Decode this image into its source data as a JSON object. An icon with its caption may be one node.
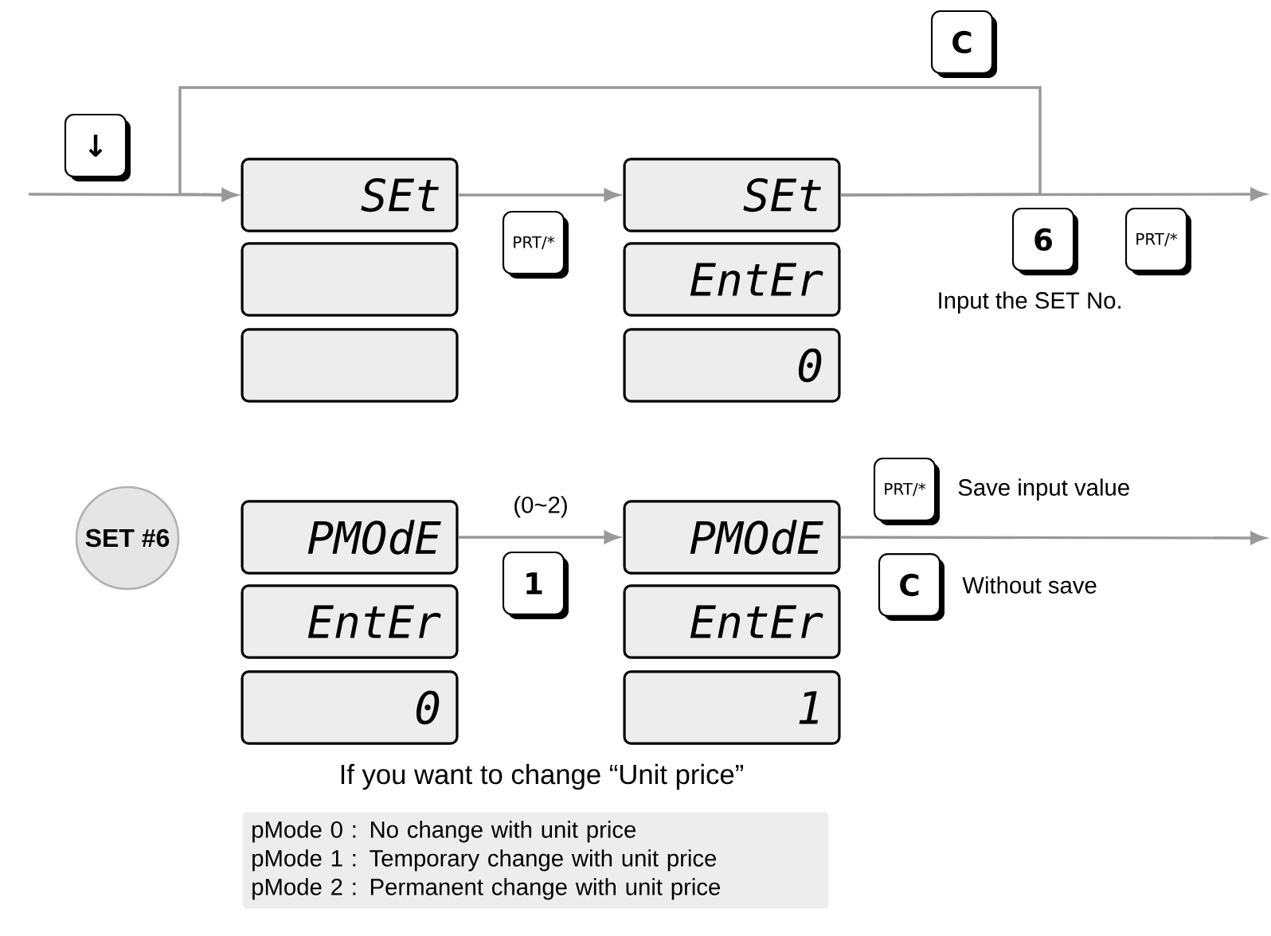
{
  "diagram": {
    "nodes": [
      {
        "text": [
          "SEt"
        ]
      },
      {
        "text": [],
        "shape": "box"
      },
      {
        "text": [],
        "shape": "box"
      },
      {
        "text": [
          "SEt"
        ]
      },
      {
        "text": [
          "EntEr"
        ]
      },
      {
        "text": [
          "0"
        ]
      },
      {
        "text": [
          "PMOdE"
        ]
      },
      {
        "text": [
          "EntEr"
        ]
      },
      {
        "text": [
          "0"
        ]
      },
      {
        "text": [
          "PMOdE"
        ]
      },
      {
        "text": [
          "EntEr"
        ]
      },
      {
        "text": [
          "1"
        ]
      },
      {
        "text": [
          "↓"
        ]
      },
      {
        "text": [
          "PRT/*"
        ]
      },
      {
        "text": [
          "C"
        ]
      },
      {
        "text": [
          "6"
        ]
      },
      {
        "text": [
          "PRT/*"
        ]
      },
      {
        "text": [
          "SET #6"
        ]
      },
      {
        "text": [
          "1"
        ]
      },
      {
        "text": [
          "PRT/*"
        ],
        "beside": [
          "Save input value"
        ]
      },
      {
        "text": [
          "C"
        ],
        "beside": [
          "Without save"
        ]
      },
      {
        "text": [
          "pMode 0 : No change with unit price",
          "pMode 1 : Temporary change with unit price",
          "pMode 2 : Permanent change with unit price"
        ]
      }
    ],
    "edges": [
      {
        "from": null,
        "to": 0,
        "arrow": "to"
      },
      {
        "from": 0,
        "to": 3,
        "arrow": "to"
      },
      {
        "from": 3,
        "to": null,
        "arrow": "to"
      },
      {
        "from": 3,
        "to": 0,
        "arrow": "to"
      },
      {
        "from": 6,
        "to": 9,
        "arrow": "to",
        "label": "(0~2)"
      },
      {
        "from": 9,
        "to": null,
        "arrow": "to"
      }
    ],
    "labels": [
      "Input the SET No.",
      "If you want to change “Unit price”"
    ]
  }
}
